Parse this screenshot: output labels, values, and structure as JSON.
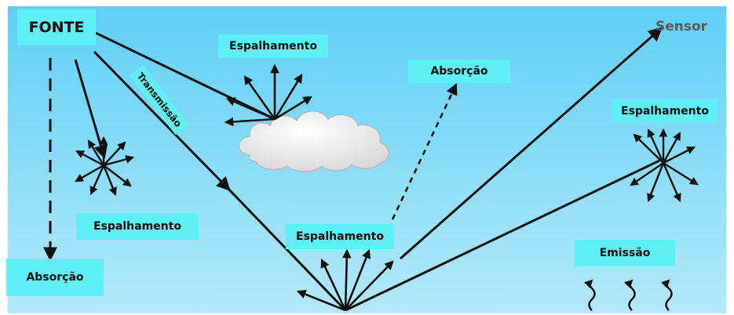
{
  "labels": {
    "source": "FONTE",
    "sensor": "Sensor",
    "transmission": "Transmissão",
    "scatter_cloud": "Espalhamento",
    "absorption_top": "Absorção",
    "scatter_right": "Espalhamento",
    "scatter_left": "Espalhamento",
    "scatter_ground": "Espalhamento",
    "emission": "Emissão",
    "absorption_left": "Absorção"
  },
  "colors": {
    "sky_top": "#5fd0f4",
    "sky_bottom": "#b3e9fb",
    "label_bg": "#5ff0f5",
    "arrow": "#111111",
    "cloud": "#ffffff",
    "sensor_text": "#5a5a5a"
  },
  "icons": [
    "cloud-icon",
    "scatter-star-icon",
    "emission-wave-icon",
    "arrow-icon"
  ]
}
